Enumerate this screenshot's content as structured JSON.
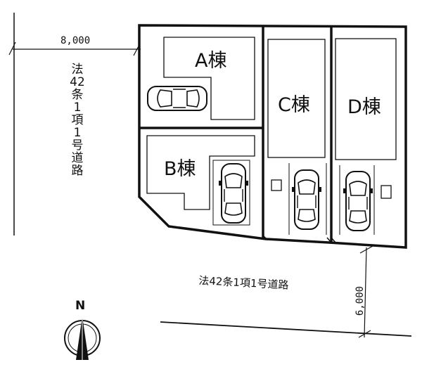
{
  "lots": [
    {
      "id": "A",
      "label": "A棟"
    },
    {
      "id": "B",
      "label": "B棟"
    },
    {
      "id": "C",
      "label": "C棟"
    },
    {
      "id": "D",
      "label": "D棟"
    }
  ],
  "dimensions": {
    "west_road_width": "8,000",
    "south_road_width": "6,000"
  },
  "roads": {
    "west": "法42条1項1号道路",
    "south": "法42条1項1号道路"
  },
  "compass": {
    "north_label": "N"
  },
  "colors": {
    "line": "#111111",
    "background": "#ffffff"
  }
}
